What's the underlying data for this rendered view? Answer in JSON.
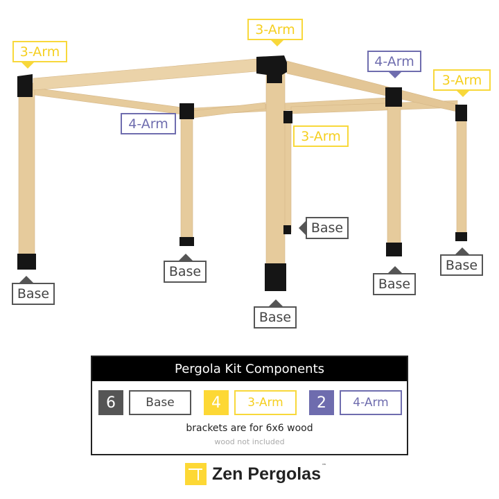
{
  "diagram": {
    "labels": {
      "three_arm": "3-Arm",
      "four_arm": "4-Arm",
      "base": "Base"
    }
  },
  "kit": {
    "title": "Pergola Kit Components",
    "components": [
      {
        "count": "6",
        "name": "Base",
        "color": "#555555"
      },
      {
        "count": "4",
        "name": "3-Arm",
        "color": "#fdd835"
      },
      {
        "count": "2",
        "name": "4-Arm",
        "color": "#6e6cae"
      }
    ],
    "note": "brackets are for 6x6 wood",
    "subnote": "wood not included"
  },
  "brand": {
    "name": "Zen Pergolas",
    "trademark": "™"
  },
  "colors": {
    "yellow": "#fdd835",
    "purple": "#6e6cae",
    "gray": "#555555",
    "wood": "#e8cfa3"
  }
}
